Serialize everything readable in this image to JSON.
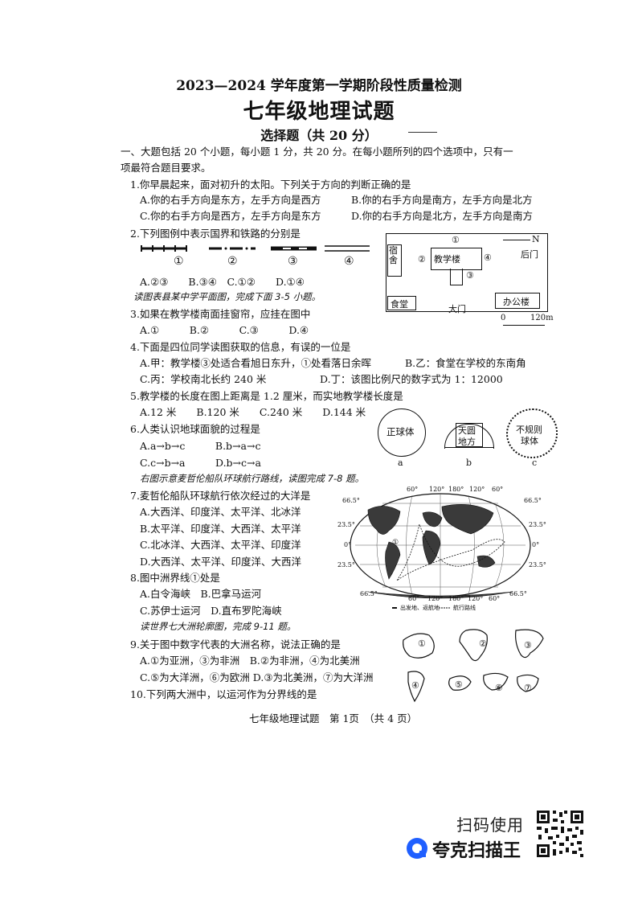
{
  "header": {
    "line1": "2023—2024 学年度第一学期阶段性质量检测",
    "title": "七年级地理试题",
    "section": "选择题（共 20 分）"
  },
  "instructions": {
    "line1": "一、大题包括 20 个小题，每小题 1 分，共 20 分。在每小题所列的四个选项中，只有一",
    "line2": "项最符合题目要求。"
  },
  "q1": {
    "stem": "1.你早晨起来，面对初升的太阳。下列关于方向的判断正确的是",
    "a": "A.你的右手方向是东方，左手方向是西方",
    "b": "B.你的右手方向是南方，左手方向是北方",
    "c": "C.你的右手方向是西方，左手方向是东方",
    "d": "D.你的右手方向是北方，左手方向是南方"
  },
  "q2": {
    "stem": "2.下列图例中表示国界和铁路的分别是",
    "n1": "①",
    "n2": "②",
    "n3": "③",
    "n4": "④",
    "opts": "A.②③　　B.③④　C.①②　　D.①④"
  },
  "read1": "读图表县某中学平面图，完成下面 3-5 小题。",
  "q3": {
    "stem": "3.如果在教学楼南面挂窗帘，应挂在图中",
    "opts": "A.①　　　B.②　　　C.③　　　D.④"
  },
  "q4": {
    "stem": "4.下面是四位同学读图获取的信息，有误的一位是",
    "a": "A.甲：教学楼③处适合看旭日东升，①处看落日余晖",
    "b": "B.乙：食堂在学校的东南角",
    "c": "C.丙：学校南北长约 240 米",
    "d": "D.丁：该图比例尺的数字式为 1：12000"
  },
  "q5": {
    "stem": "5.教学楼的长度在图上距离是 1.2 厘米，而实地教学楼长度是",
    "opts": "A.12 米　　B.120 米　　C.240 米　　D.144 米"
  },
  "q6": {
    "stem": "6.人类认识地球面貌的过程是",
    "ab": "A.a→b→c　　　B.b→a→c",
    "cd": "C.c→b→a　　　D.b→c→a"
  },
  "read2": "右图示意麦哲伦船队环球航行路线，读图完成 7-8 题。",
  "q7": {
    "stem": "7.麦哲伦船队环球航行依次经过的大洋是",
    "a": "A.大西洋、印度洋、太平洋、北冰洋",
    "b": "B.太平洋、印度洋、大西洋、太平洋",
    "c": "C.北冰洋、大西洋、太平洋、印度洋",
    "d": "D.大西洋、太平洋、印度洋、大西洋"
  },
  "q8": {
    "stem": "8.图中洲界线①处是",
    "ab": "A.白令海峡　B.巴拿马运河",
    "cd": "C.苏伊士运河　D.直布罗陀海峡"
  },
  "read3": "读世界七大洲轮廓图，完成 9-11 题。",
  "q9": {
    "stem": "9.关于图中数字代表的大洲名称，说法正确的是",
    "ab": "A.①为亚洲，③为非洲　B.②为非洲，④为北美洲",
    "cd": "C.⑤为大洋洲，⑥为欧洲 D.③为北美洲，⑦为大洋洲"
  },
  "q10": {
    "stem": "10.下列两大洲中，以运河作为分界线的是"
  },
  "school_map": {
    "north": "N",
    "backgate": "后门",
    "dorm": "宿舍",
    "teaching": "教学楼",
    "canteen": "食堂",
    "gate": "大门",
    "office": "办公楼",
    "scale_0": "0",
    "scale_120": "120m",
    "n1": "①",
    "n2": "②",
    "n3": "③",
    "n4": "④"
  },
  "earth_shapes": {
    "a_label": "正球体",
    "b_top": "天圆",
    "b_bottom": "地方",
    "c_label1": "不规则",
    "c_label2": "球体",
    "a": "a",
    "b": "b",
    "c": "c"
  },
  "world_map": {
    "lat_665n": "66.5°",
    "lat_235n": "23.5°",
    "lat_0": "0°",
    "lat_235s": "23.5°",
    "lat_665s": "66.5°",
    "lon_top": [
      "60°",
      "120°",
      "180°",
      "120°",
      "60°"
    ],
    "lon_bottom": [
      "60°",
      "120°",
      "180°",
      "120°",
      "60°"
    ],
    "circle1": "①",
    "legend1": "出发地、返航地",
    "legend2": "航行路线"
  },
  "continents": {
    "n1": "①",
    "n2": "②",
    "n3": "③",
    "n4": "④",
    "n5": "⑤",
    "n6": "⑥",
    "n7": "⑦"
  },
  "footer": "七年级地理试题　第 1页　（共 4 页）",
  "scan": {
    "text": "扫码使用",
    "brand": "夸克扫描王"
  }
}
